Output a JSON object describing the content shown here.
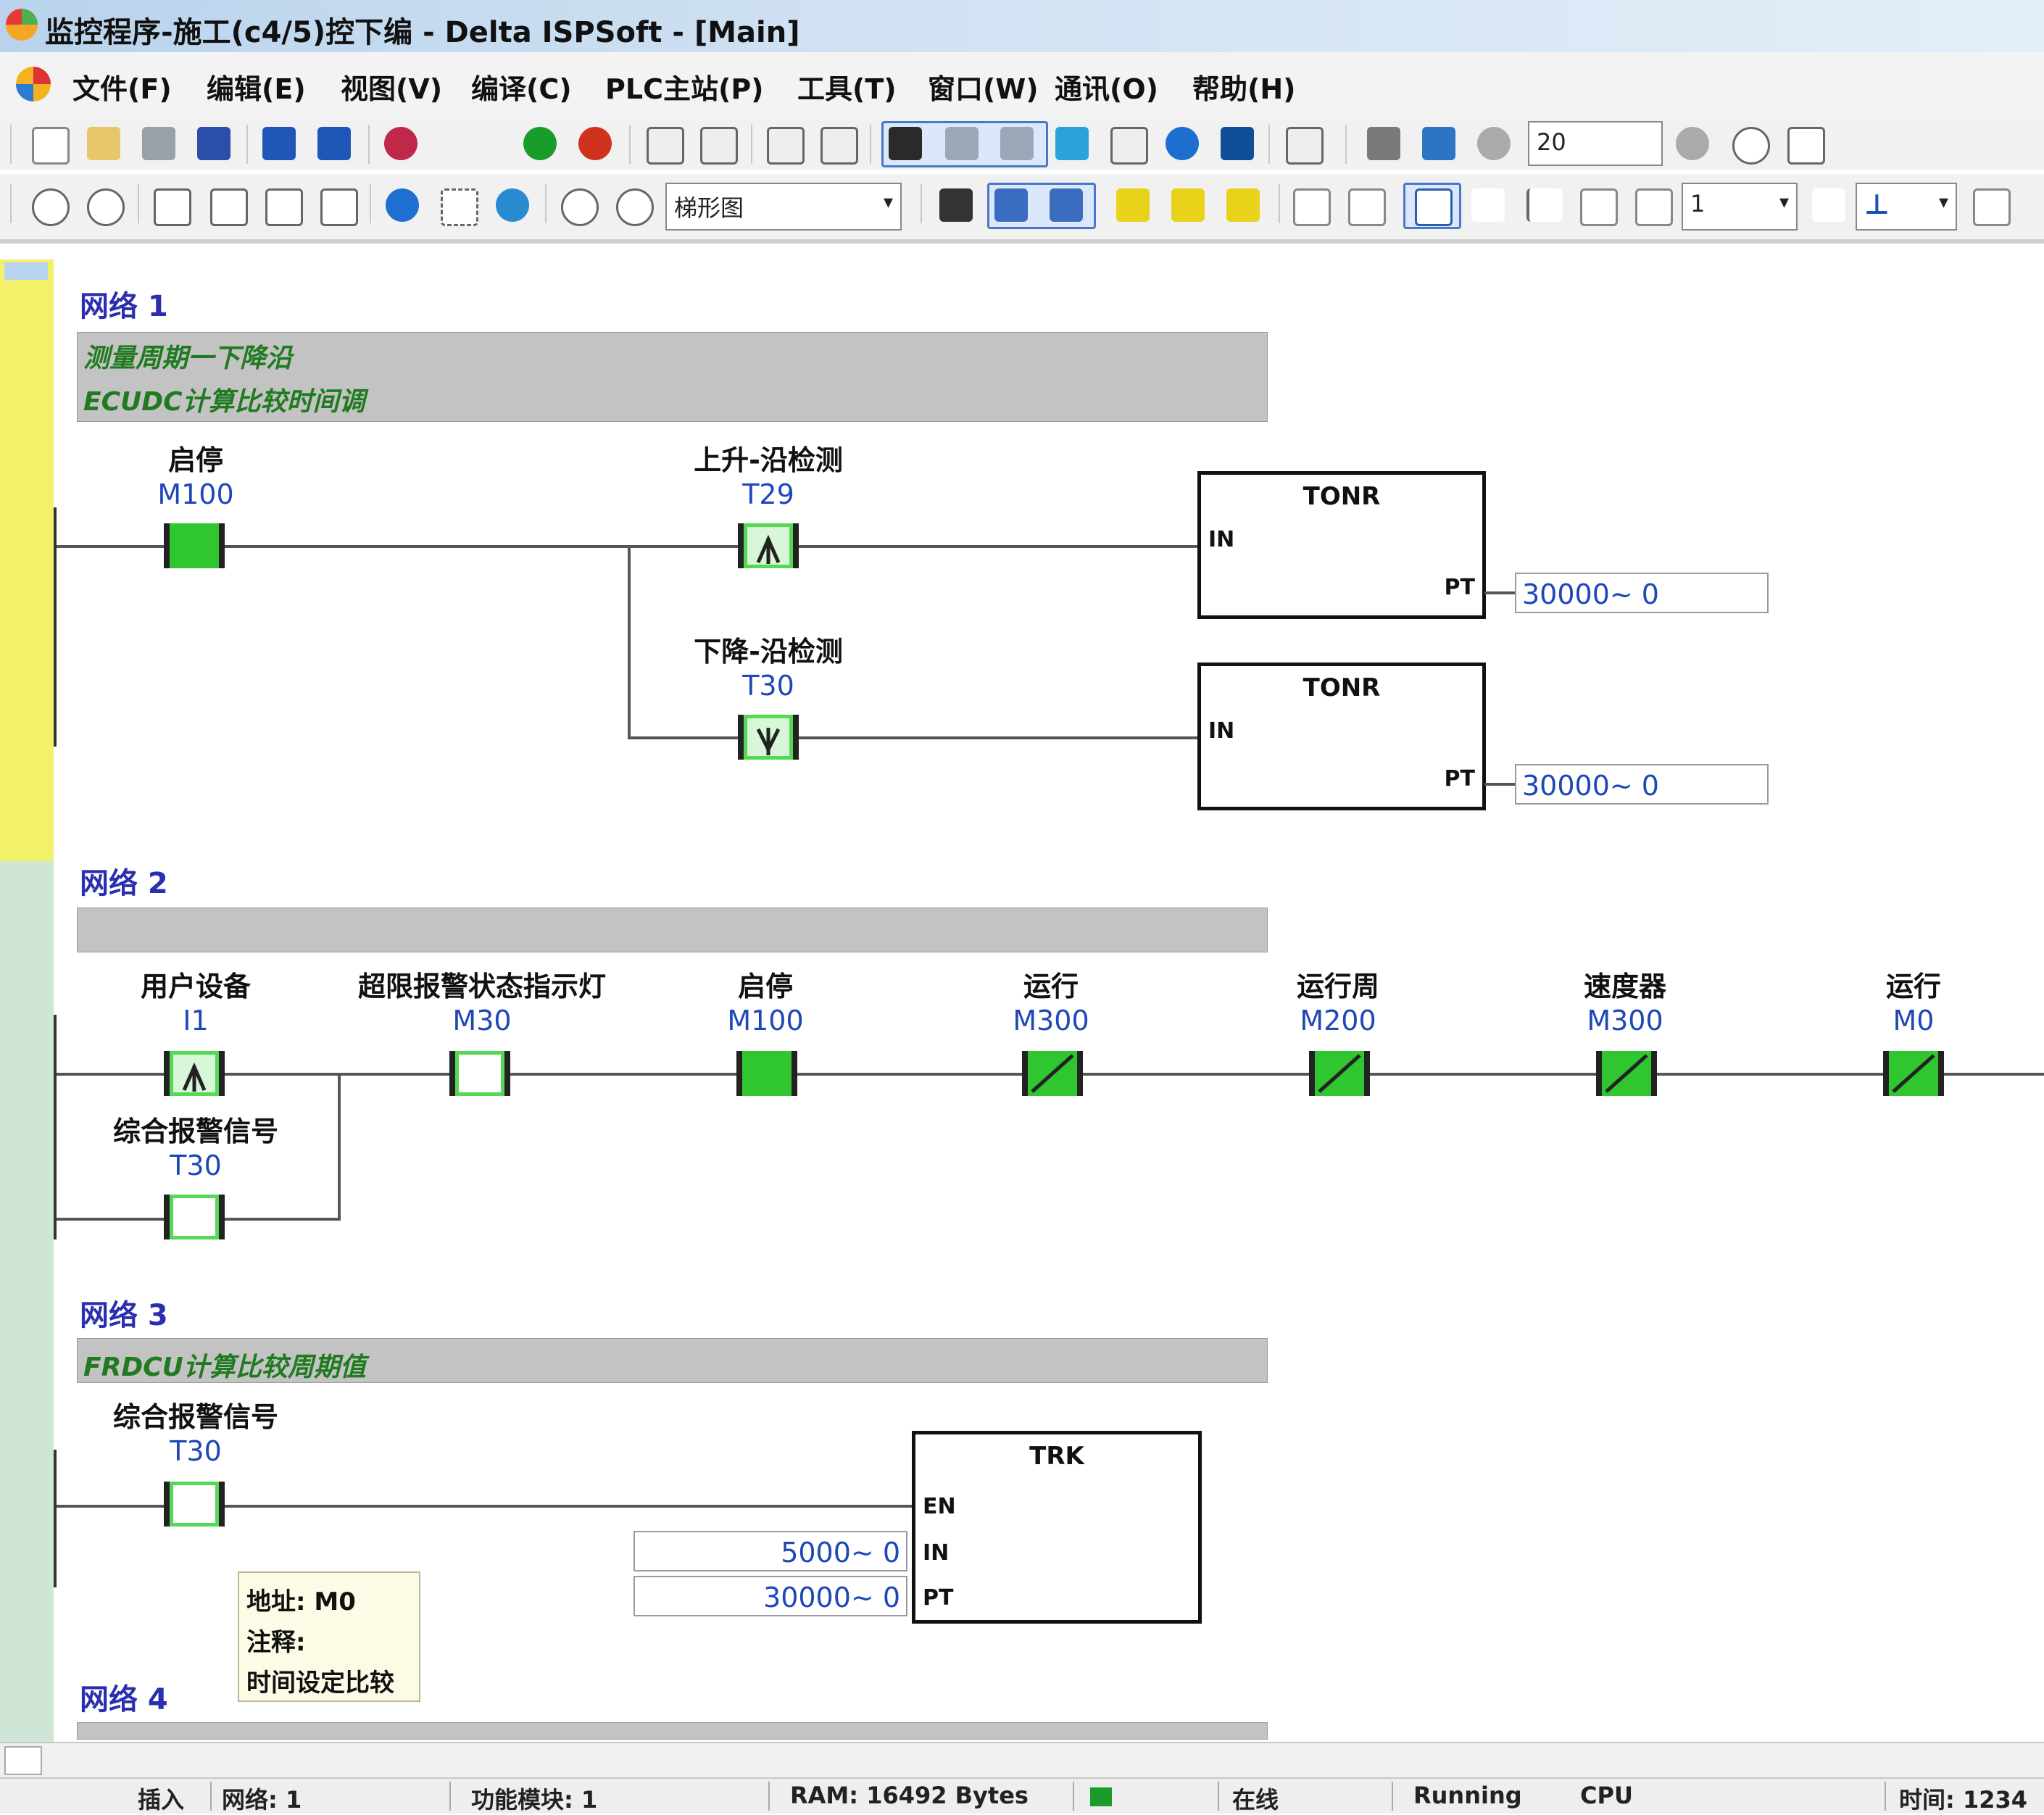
{
  "window": {
    "title": "监控程序-施工(c4/5)控下编 - Delta ISPSoft - [Main]"
  },
  "menu": [
    "文件(F)",
    "编辑(E)",
    "视图(V)",
    "编译(C)",
    "PLC主站(P)",
    "工具(T)",
    "窗口(W)",
    "通讯(O)",
    "帮助(H)"
  ],
  "toolbar": {
    "combo1": "梯形图",
    "input1": "20",
    "combo2": "1",
    "combo3": ""
  },
  "networks": [
    {
      "label": "网络 1",
      "comment": [
        "测量周期一下降沿",
        "ECUDC计算比较时间调"
      ],
      "contacts": [
        {
          "symbol": "启停",
          "address": "M100"
        },
        {
          "symbol": "上升-沿检测",
          "address": "T29"
        },
        {
          "symbol": "下降-沿检测",
          "address": "T30"
        }
      ],
      "blocks": [
        {
          "title": "TONR",
          "in": "IN",
          "pt": "PT",
          "value": "30000~ 0"
        },
        {
          "title": "TONR",
          "in": "IN",
          "pt": "PT",
          "value": "30000~ 0"
        }
      ]
    },
    {
      "label": "网络 2",
      "comment": [],
      "contacts": [
        {
          "symbol": "用户设备",
          "address": "I1"
        },
        {
          "symbol": "超限报警状态指示灯",
          "address": "M30"
        },
        {
          "symbol": "启停",
          "address": "M100"
        },
        {
          "symbol": "运行",
          "address": "M300"
        },
        {
          "symbol": "运行周",
          "address": "M200"
        },
        {
          "symbol": "速度器",
          "address": "M300"
        },
        {
          "symbol": "运行",
          "address": "M0"
        },
        {
          "symbol": "综合报警信号",
          "address": "T30"
        }
      ]
    },
    {
      "label": "网络 3",
      "comment": [
        "FRDCU计算比较周期值"
      ],
      "contacts": [
        {
          "symbol": "综合报警信号",
          "address": "T30"
        }
      ],
      "blocks": [
        {
          "title": "TRK",
          "in": "EN",
          "p1": "IN",
          "p2": "PT",
          "value1": "5000~ 0",
          "value2": "30000~ 0"
        }
      ]
    },
    {
      "label": "网络 4",
      "comment": []
    }
  ],
  "tooltip": [
    "地址: M0",
    "注释:",
    "时间设定比较"
  ],
  "status": [
    "插入",
    "网络: 1",
    "功能模块: 1",
    "RAM: 16492 Bytes",
    "",
    "在线",
    "Running",
    "CPU",
    "时间: 1234"
  ]
}
